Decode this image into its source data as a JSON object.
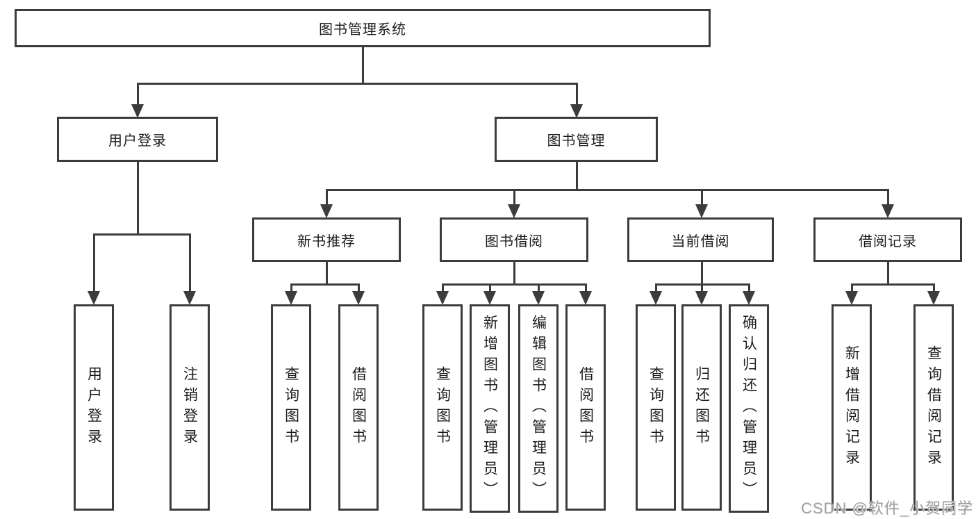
{
  "tree": {
    "label": "图书管理系统",
    "children": [
      {
        "label": "用户登录",
        "children": [
          {
            "label": "用户登录"
          },
          {
            "label": "注销登录"
          }
        ]
      },
      {
        "label": "图书管理",
        "children": [
          {
            "label": "新书推荐",
            "children": [
              {
                "label": "查询图书"
              },
              {
                "label": "借阅图书"
              }
            ]
          },
          {
            "label": "图书借阅",
            "children": [
              {
                "label": "查询图书"
              },
              {
                "label": "新增图书（管理员）"
              },
              {
                "label": "编辑图书（管理员）"
              },
              {
                "label": "借阅图书"
              }
            ]
          },
          {
            "label": "当前借阅",
            "children": [
              {
                "label": "查询图书"
              },
              {
                "label": "归还图书"
              },
              {
                "label": "确认归还（管理员）"
              }
            ]
          },
          {
            "label": "借阅记录",
            "children": [
              {
                "label": "新增借阅记录"
              },
              {
                "label": "查询借阅记录"
              }
            ]
          }
        ]
      }
    ]
  },
  "watermark": {
    "text": "CSDN @软件_小贺同学"
  },
  "colors": {
    "line": "#3c3c3c",
    "text": "#1c1c1c",
    "background": "#ffffff",
    "watermark": "#9e9e9e"
  }
}
